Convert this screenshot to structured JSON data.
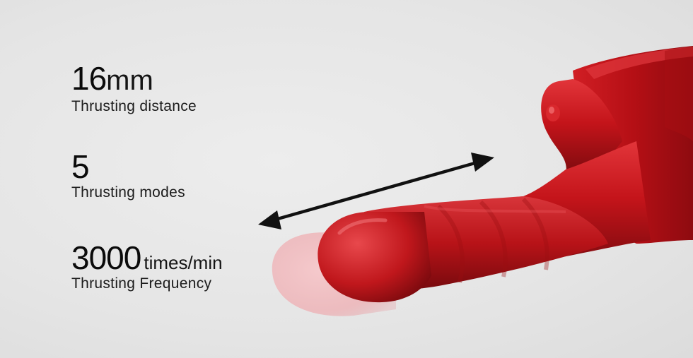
{
  "specs": {
    "distance": {
      "value": "16",
      "unit": "mm",
      "label": "Thrusting distance"
    },
    "modes": {
      "value": "5",
      "label": "Thrusting modes"
    },
    "frequency": {
      "value": "3000",
      "unit": "times/min",
      "label": "Thrusting Frequency"
    }
  },
  "colors": {
    "background": "#e6e6e6",
    "product_red": "#c4141a",
    "product_dark": "#7a0a0e",
    "arrow": "#111111",
    "motion_ghost": "#f2b8bc"
  },
  "icons": {
    "motion_arrow": "double-headed-arrow-icon"
  }
}
